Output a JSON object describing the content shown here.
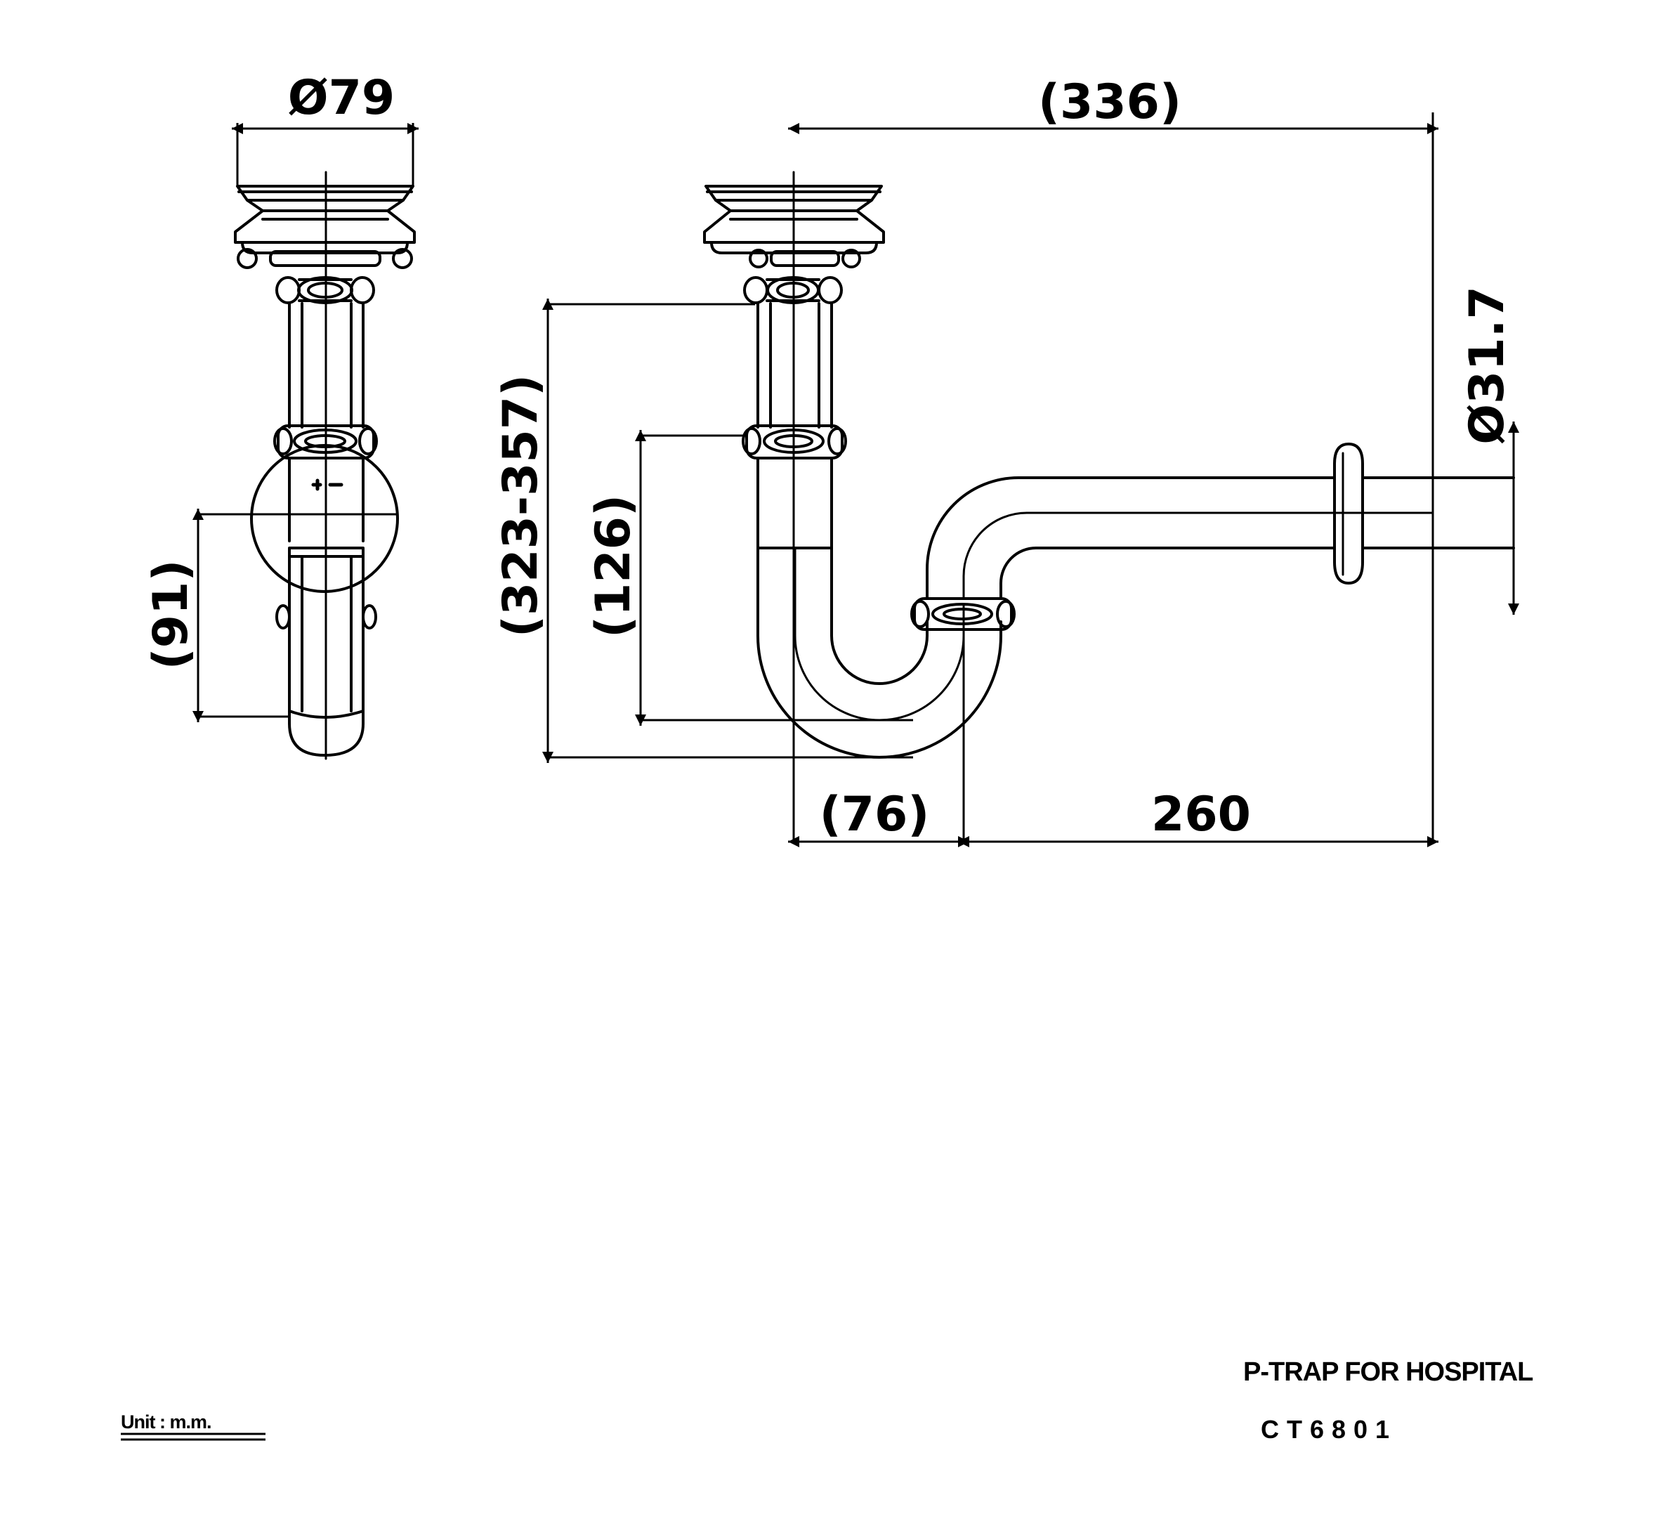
{
  "dimensions": {
    "outlet_diameter": "Ø79",
    "overall_width": "(336)",
    "pipe_diameter": "Ø31.7",
    "drop_height": "(91)",
    "adjustable_height": "(323-357)",
    "trap_height": "(126)",
    "trap_offset": "(76)",
    "horizontal_length": "260"
  },
  "title_block": {
    "product_name": "P-TRAP FOR HOSPITAL",
    "model_code": "CT6801",
    "unit_note": "Unit : m.m."
  }
}
